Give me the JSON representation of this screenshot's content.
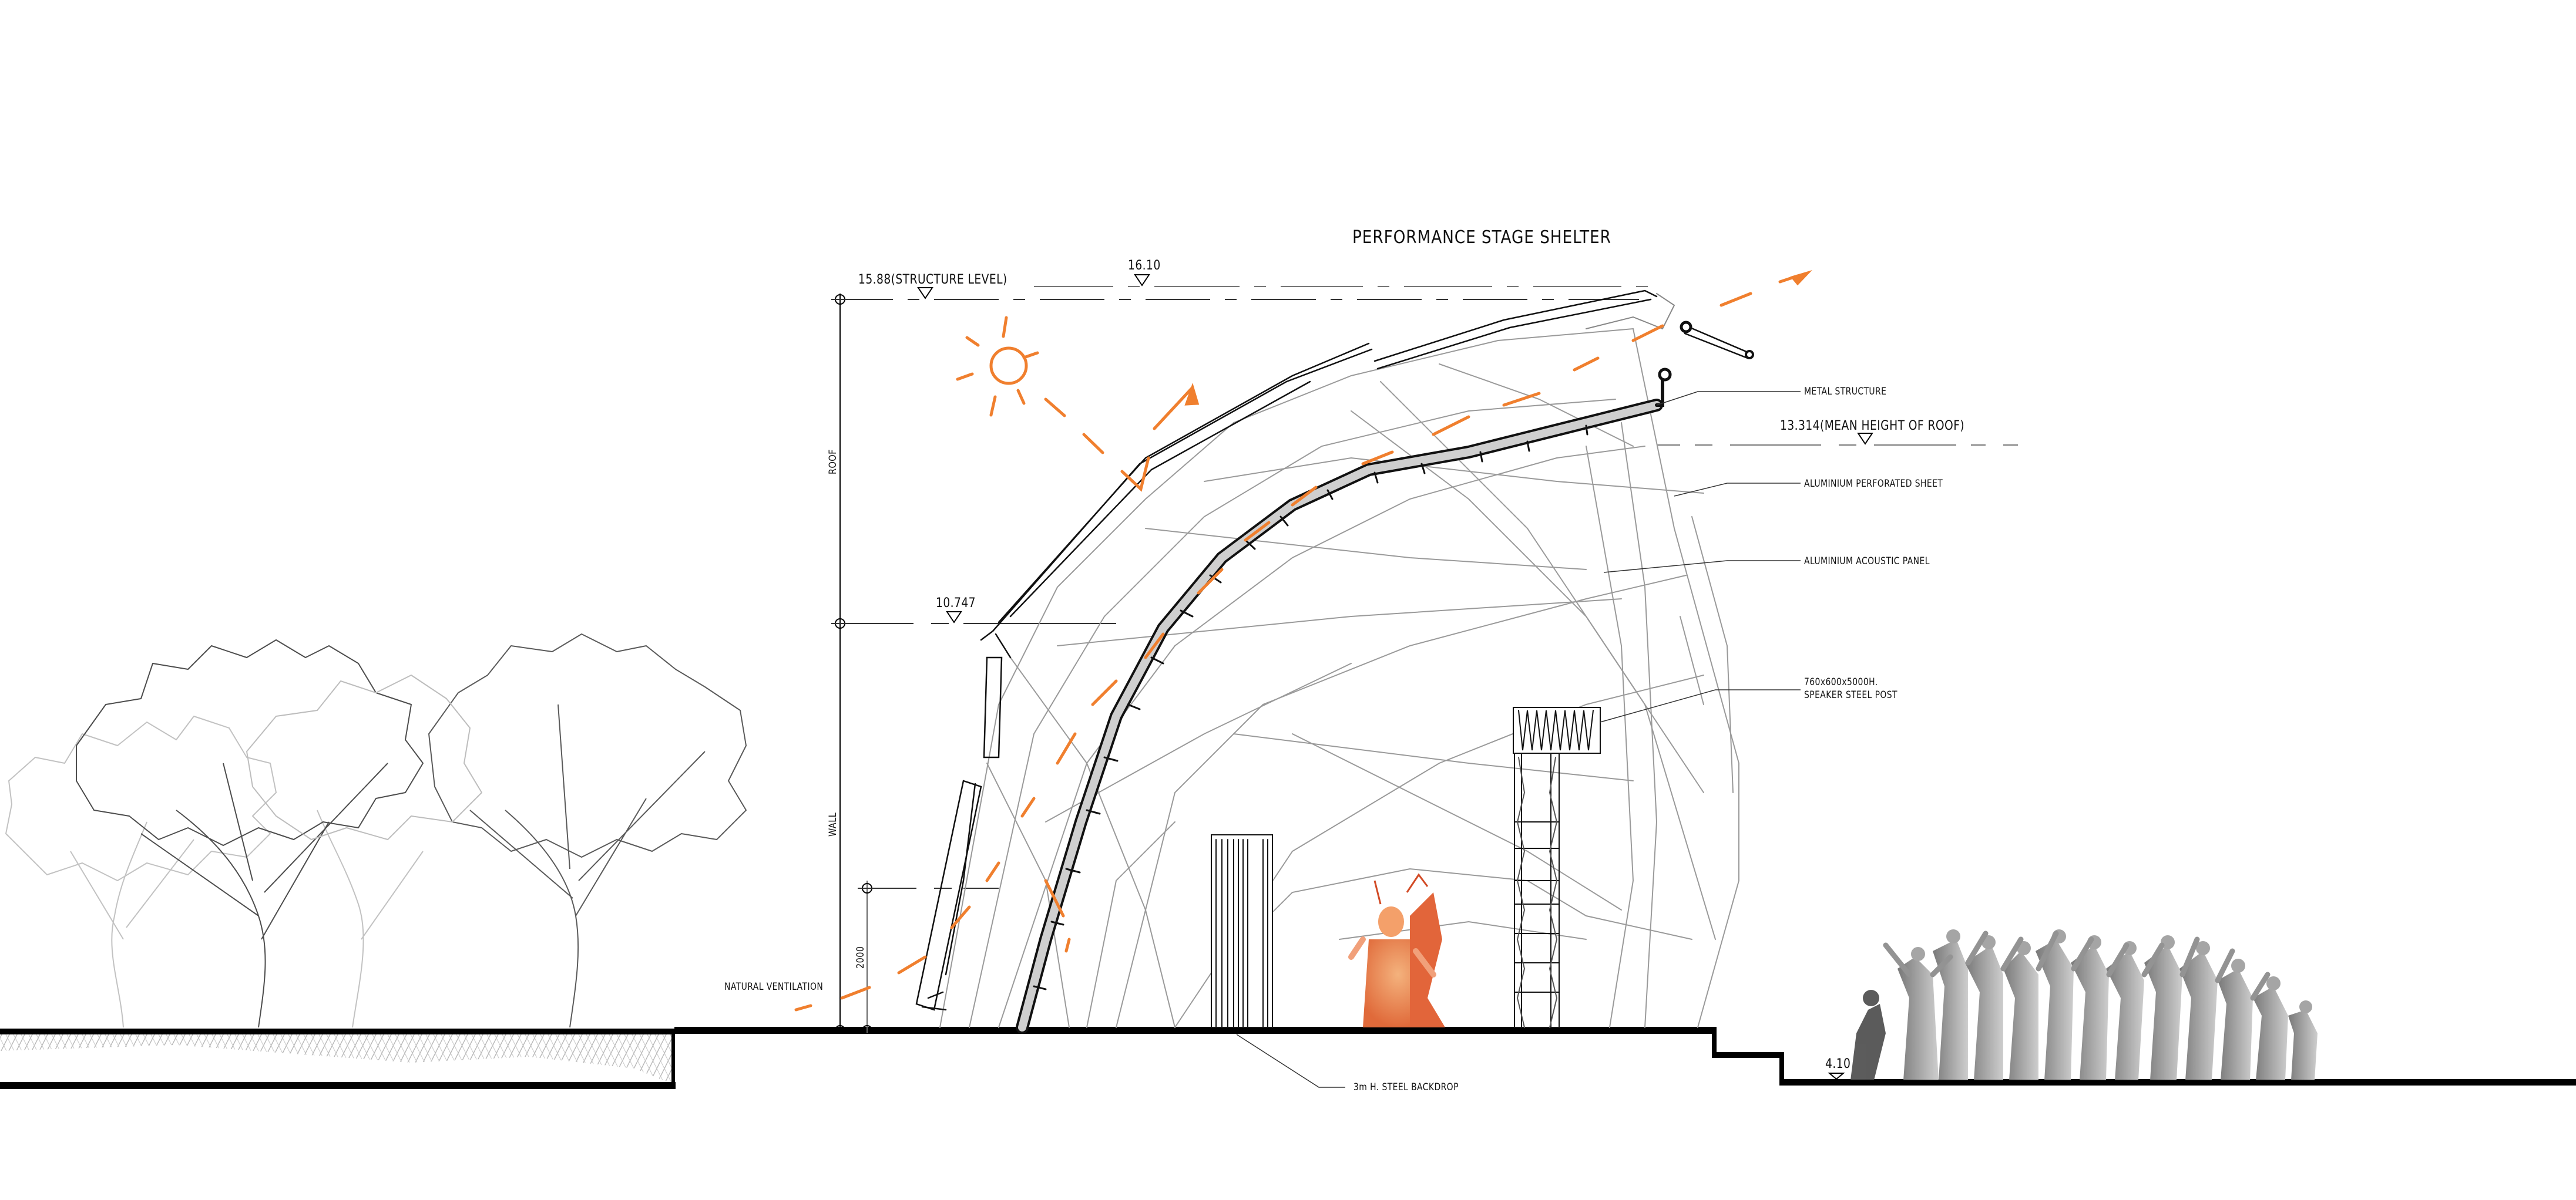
{
  "drawing": {
    "title": "PERFORMANCE STAGE SHELTER",
    "accent_color": "#f07f2e",
    "line_color": "#000000",
    "light_line_color": "#9a9a9a"
  },
  "levels": [
    {
      "id": "structure-level",
      "label": "15.88(STRUCTURE  LEVEL)"
    },
    {
      "id": "top-level",
      "label": "16.10"
    },
    {
      "id": "mean-roof-level",
      "label": "13.314(MEAN  HEIGHT  OF  ROOF)"
    },
    {
      "id": "wall-top-level",
      "label": "10.747"
    },
    {
      "id": "audience-level",
      "label": "4.10"
    }
  ],
  "zones": {
    "roof": "ROOF",
    "wall": "WALL",
    "dimension_2000": "2000"
  },
  "annotations": {
    "metal_structure": "METAL  STRUCTURE",
    "perforated_sheet": "ALUMINIUM  PERFORATED   SHEET",
    "acoustic_panel": "ALUMINIUM  ACOUSTIC  PANEL",
    "speaker_post_line1": "760x600x5000H.",
    "speaker_post_line2": "SPEAKER  STEEL  POST",
    "natural_ventilation": "NATURAL VENTILATION",
    "steel_backdrop": "3m  H.  STEEL  BACKDROP"
  },
  "icons": {
    "sun": "sun-icon",
    "level_marker": "level-triangle-icon",
    "wind_arrow": "airflow-arrow-icon"
  }
}
